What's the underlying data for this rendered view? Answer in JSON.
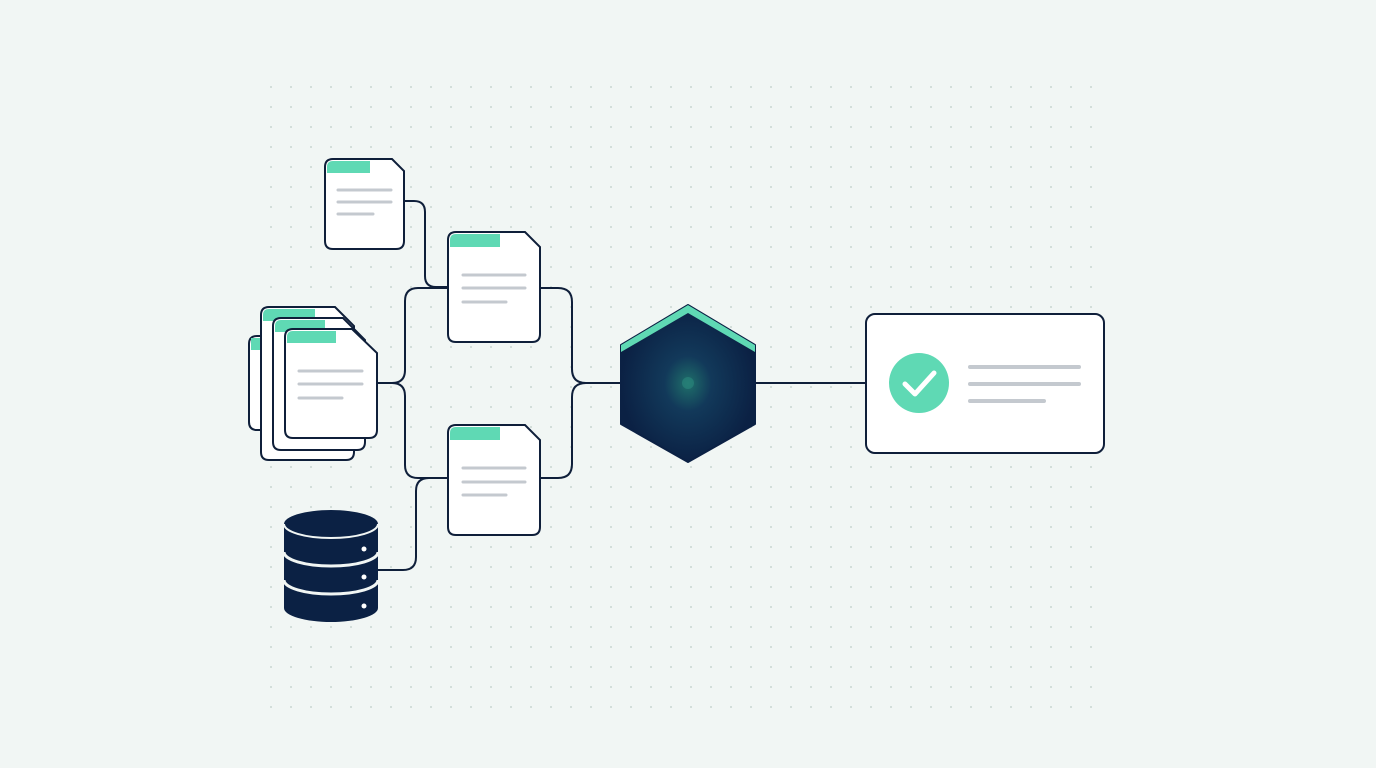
{
  "theme": {
    "background": "#f1f6f4",
    "grid_dot": "#c9d6d1",
    "stroke": "#0f1f3a",
    "card_fill": "#ffffff",
    "accent_mint": "#5fd9b4",
    "text_line_gray": "#c4c9cf",
    "hub_dark": "#0b2144",
    "hub_glow": "#1f6f6a"
  },
  "diagram": {
    "nodes": [
      {
        "id": "source-document",
        "kind": "document",
        "icon": "document-icon"
      },
      {
        "id": "source-document-stack",
        "kind": "document-stack",
        "icon": "stacked-documents-icon"
      },
      {
        "id": "source-database",
        "kind": "database",
        "icon": "database-icon"
      },
      {
        "id": "intermediate-document-upper",
        "kind": "document",
        "icon": "document-icon"
      },
      {
        "id": "intermediate-document-lower",
        "kind": "document",
        "icon": "document-icon"
      },
      {
        "id": "processing-hub",
        "kind": "hexagon",
        "icon": "hexagon-hub-icon"
      },
      {
        "id": "result-card",
        "kind": "result",
        "icon": "check-circle-icon"
      }
    ],
    "edges": [
      {
        "from": "source-document",
        "to": "intermediate-document-upper"
      },
      {
        "from": "source-document-stack",
        "to": "intermediate-document-upper"
      },
      {
        "from": "source-document-stack",
        "to": "intermediate-document-lower"
      },
      {
        "from": "source-database",
        "to": "intermediate-document-lower"
      },
      {
        "from": "intermediate-document-upper",
        "to": "processing-hub"
      },
      {
        "from": "intermediate-document-lower",
        "to": "processing-hub"
      },
      {
        "from": "processing-hub",
        "to": "result-card"
      }
    ]
  }
}
